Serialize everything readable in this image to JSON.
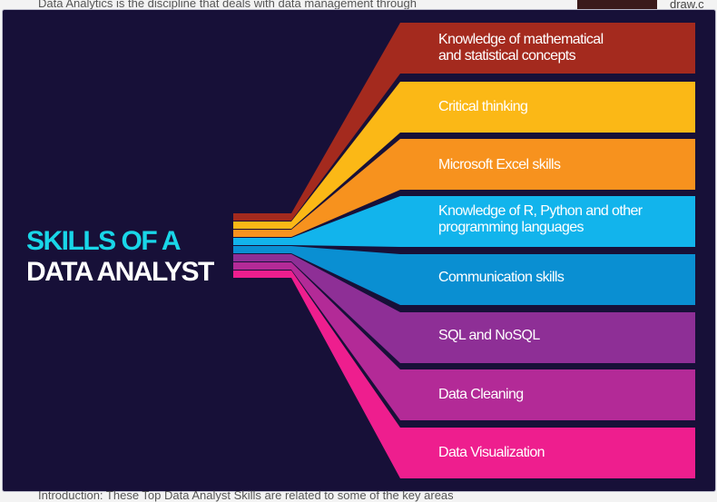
{
  "background": {
    "top_text": "Data Analytics is the discipline that deals with data management through",
    "bottom_text": "Introduction: These Top Data Analyst Skills are related to some of the key areas",
    "right_text": "draw.c"
  },
  "title": {
    "line1": "SKILLS OF A",
    "line2": "DATA ANALYST"
  },
  "colors": {
    "panel": "#171038",
    "title_accent": "#19d6e8",
    "branches": [
      "#a42a1e",
      "#fbb816",
      "#f7921e",
      "#12b4ec",
      "#0a8fd2",
      "#8e2f96",
      "#b32a97",
      "#ee1e8e"
    ]
  },
  "skills": [
    {
      "label": "Knowledge of mathematical\nand statistical concepts"
    },
    {
      "label": "Critical thinking"
    },
    {
      "label": "Microsoft Excel skills"
    },
    {
      "label": "Knowledge of R, Python and other\nprogramming languages"
    },
    {
      "label": "Communication skills"
    },
    {
      "label": "SQL and NoSQL"
    },
    {
      "label": "Data Cleaning"
    },
    {
      "label": "Data Visualization"
    }
  ]
}
